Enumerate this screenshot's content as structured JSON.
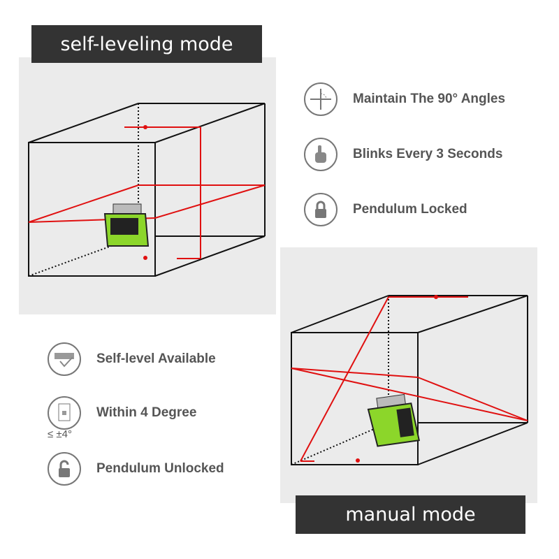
{
  "self_leveling": {
    "title": "self-leveling mode",
    "features": [
      {
        "icon": "self-level-icon",
        "label": "Self-level Available"
      },
      {
        "icon": "tilt-device-icon",
        "label": "Within 4 Degree",
        "note": "≤ ±4°"
      },
      {
        "icon": "unlocked-padlock-icon",
        "label": "Pendulum Unlocked"
      }
    ]
  },
  "manual": {
    "title": "manual mode",
    "features": [
      {
        "icon": "crosshair-angle-icon",
        "label": "Maintain The 90° Angles"
      },
      {
        "icon": "hand-tap-icon",
        "label": "Blinks Every 3 Seconds"
      },
      {
        "icon": "locked-padlock-icon",
        "label": "Pendulum Locked"
      }
    ]
  },
  "colors": {
    "laser": "#e01010",
    "device": "#8cd62a",
    "title_bg": "#333333",
    "panel_bg": "#ebebeb"
  }
}
